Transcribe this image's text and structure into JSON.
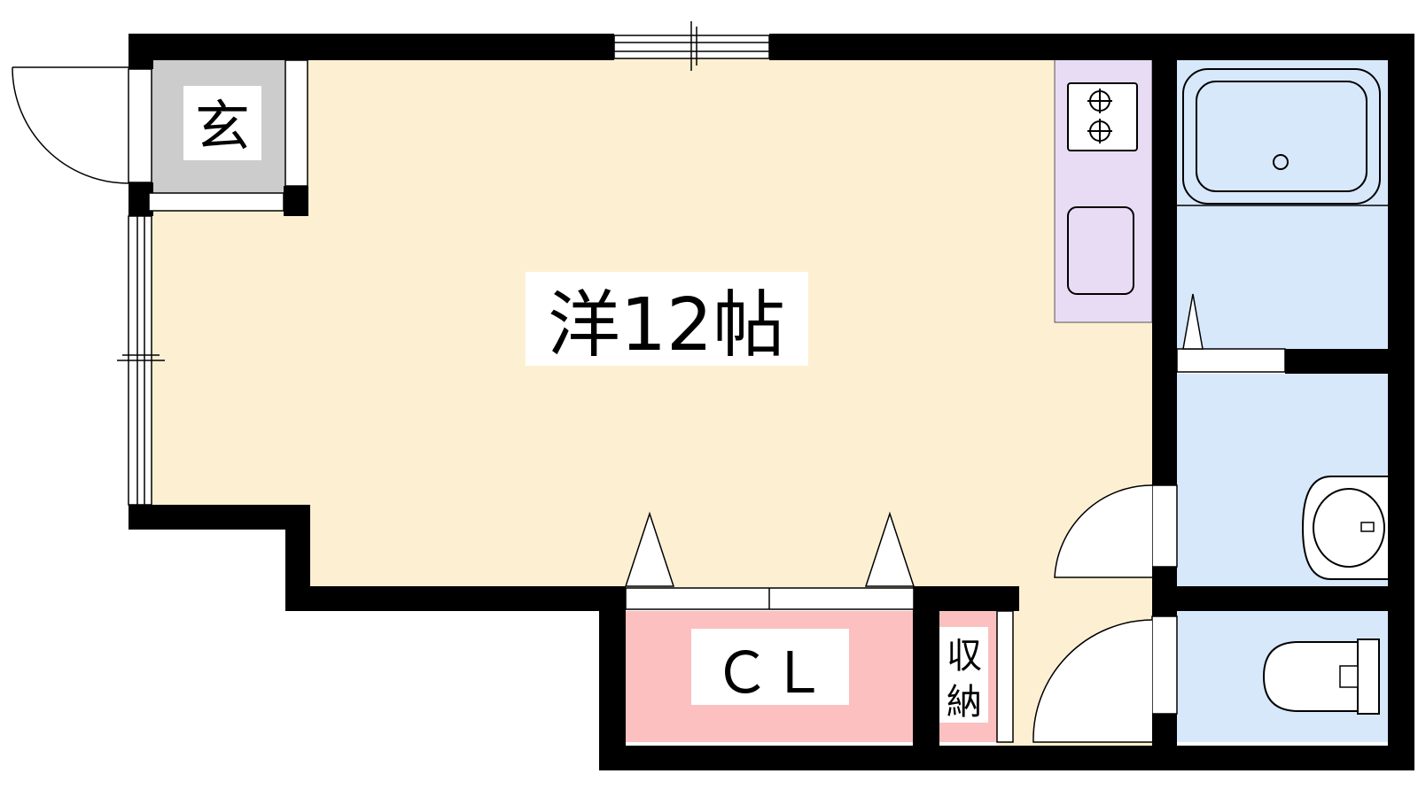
{
  "labels": {
    "entrance": "玄",
    "main_room": "洋12帖",
    "closet": "ＣＬ",
    "storage_line1": "収",
    "storage_line2": "納"
  },
  "colors": {
    "wall": "#000000",
    "room_floor": "#fdf0d2",
    "entrance_floor": "#cccccc",
    "kitchen": "#e8dcf4",
    "closet": "#fcc0c0",
    "wet_area": "#d8e8fb",
    "label_bg": "#ffffff"
  },
  "icons": [
    "stove-icon",
    "sink-icon",
    "bathtub-icon",
    "washbasin-icon",
    "toilet-icon",
    "door-swing-icon",
    "window-icon"
  ]
}
